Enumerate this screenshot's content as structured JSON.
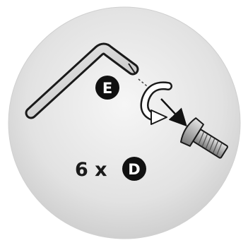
{
  "diagram": {
    "tool_label": "E",
    "part_label": "D",
    "quantity_text": "6 x",
    "colors": {
      "circle_fill_center": "#f4f4f4",
      "circle_fill_edge": "#cfcfcf",
      "outline": "#1a1a1a",
      "tool_fill": "#d9d9d9",
      "screw_fill": "#bdbdbd",
      "badge_fill": "#111111"
    },
    "icons": [
      "hex-key-icon",
      "rotate-clockwise-icon",
      "screw-icon"
    ]
  }
}
